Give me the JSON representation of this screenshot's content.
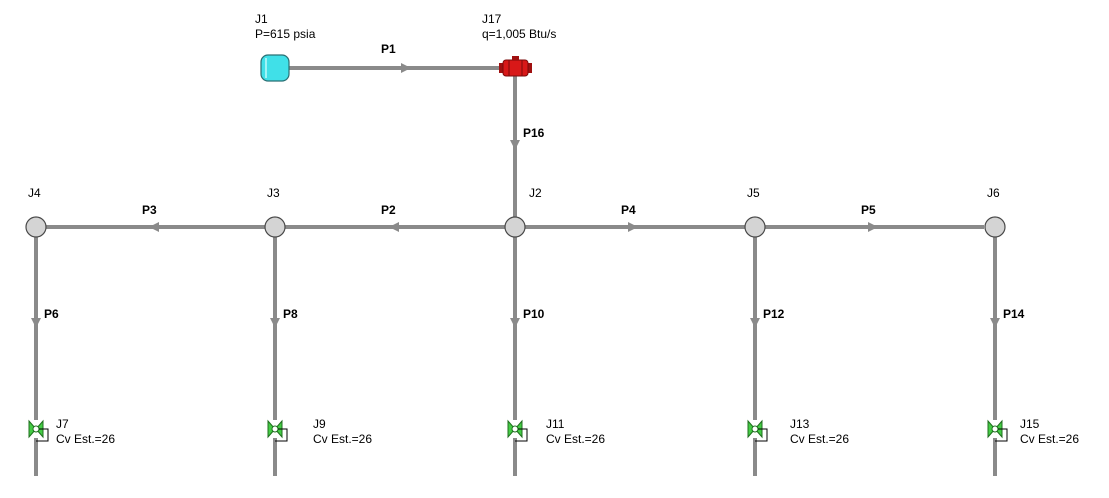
{
  "colors": {
    "pipe": "#8a8a8a",
    "junction_fill": "#d4d4d4",
    "junction_stroke": "#4a4a4a",
    "reservoir_fill": "#40e0e8",
    "heat_exchanger_fill": "#d81818",
    "valve_fill": "#44cc44"
  },
  "junctions": {
    "J1": {
      "name": "J1",
      "info": "P=615 psia",
      "icon": "reservoir-icon"
    },
    "J17": {
      "name": "J17",
      "info": "q=1,005 Btu/s",
      "icon": "heat-exchanger-icon"
    },
    "J2": {
      "name": "J2"
    },
    "J3": {
      "name": "J3"
    },
    "J4": {
      "name": "J4"
    },
    "J5": {
      "name": "J5"
    },
    "J6": {
      "name": "J6"
    },
    "J7": {
      "name": "J7",
      "info": "Cv Est.=26",
      "icon": "control-valve-icon"
    },
    "J9": {
      "name": "J9",
      "info": "Cv Est.=26",
      "icon": "control-valve-icon"
    },
    "J11": {
      "name": "J11",
      "info": "Cv Est.=26",
      "icon": "control-valve-icon"
    },
    "J13": {
      "name": "J13",
      "info": "Cv Est.=26",
      "icon": "control-valve-icon"
    },
    "J15": {
      "name": "J15",
      "info": "Cv Est.=26",
      "icon": "control-valve-icon"
    }
  },
  "pipes": {
    "P1": "P1",
    "P2": "P2",
    "P3": "P3",
    "P4": "P4",
    "P5": "P5",
    "P6": "P6",
    "P8": "P8",
    "P10": "P10",
    "P12": "P12",
    "P14": "P14",
    "P16": "P16"
  }
}
